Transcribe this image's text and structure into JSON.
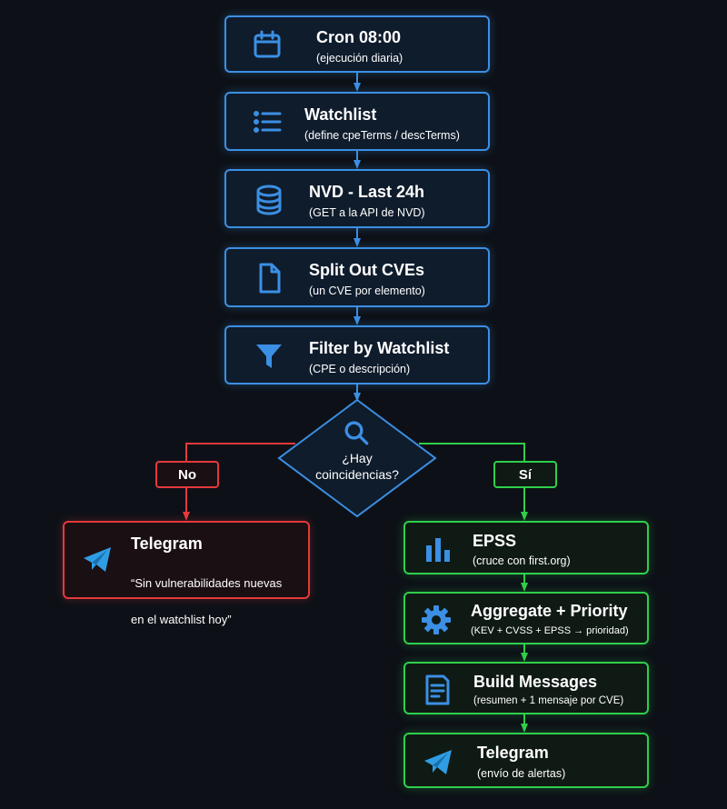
{
  "nodes": {
    "cron": {
      "title": "Cron 08:00",
      "sub": "(ejecución diaria)",
      "icon": "calendar-icon"
    },
    "watchlist": {
      "title": "Watchlist",
      "sub": "(define cpeTerms / descTerms)",
      "icon": "list-icon"
    },
    "nvd": {
      "title": "NVD - Last 24h",
      "sub": "(GET a la API de NVD)",
      "icon": "database-icon"
    },
    "split": {
      "title": "Split Out CVEs",
      "sub": "(un CVE por elemento)",
      "icon": "file-icon"
    },
    "filter": {
      "title": "Filter by Watchlist",
      "sub": "(CPE o descripción)",
      "icon": "filter-icon"
    },
    "decision": {
      "line1": "¿Hay",
      "line2": "coincidencias?",
      "icon": "search-icon"
    },
    "telegram_no": {
      "title": "Telegram",
      "line1": "“Sin vulnerabilidades nuevas",
      "line2": "en el watchlist hoy”",
      "icon": "telegram-icon"
    },
    "epss": {
      "title": "EPSS",
      "sub": "(cruce con first.org)",
      "icon": "bar-chart-icon"
    },
    "aggregate": {
      "title": "Aggregate + Priority",
      "sub": "(KEV + CVSS + EPSS → prioridad)",
      "icon": "gear-icon"
    },
    "build": {
      "title": "Build Messages",
      "sub": "(resumen + 1 mensaje por CVE)",
      "icon": "document-icon"
    },
    "telegram_yes": {
      "title": "Telegram",
      "sub": "(envío de alertas)",
      "icon": "telegram-icon"
    }
  },
  "branches": {
    "no": "No",
    "yes": "Sí"
  },
  "colors": {
    "blue": "#3b8fe4",
    "red": "#e5393b",
    "green": "#2fcf4c",
    "background": "#0d1117"
  }
}
